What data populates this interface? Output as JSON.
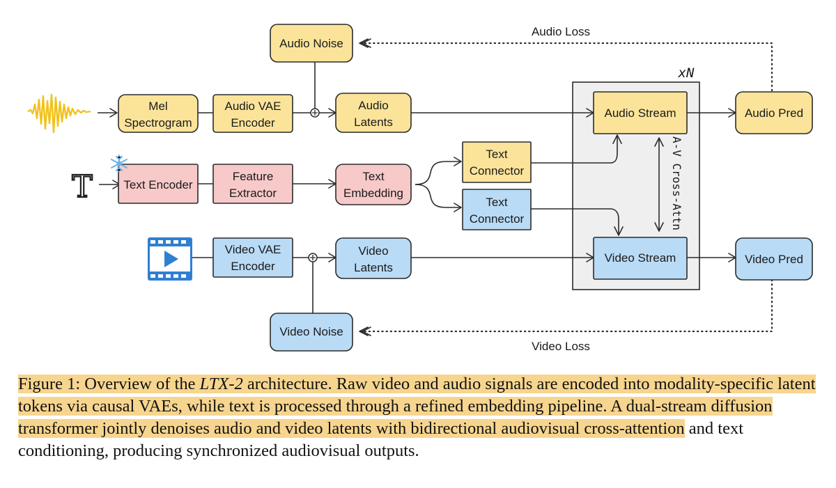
{
  "diagram": {
    "audio_noise": "Audio Noise",
    "audio_loss": "Audio Loss",
    "mel_spectrogram": [
      "Mel",
      "Spectrogram"
    ],
    "audio_vae_encoder": [
      "Audio VAE",
      "Encoder"
    ],
    "audio_latents": [
      "Audio",
      "Latents"
    ],
    "repeat_marker": "xN",
    "audio_stream": "Audio Stream",
    "audio_pred": "Audio Pred",
    "text_symbol": "T",
    "text_encoder": "Text Encoder",
    "feature_extractor": [
      "Feature",
      "Extractor"
    ],
    "text_embedding": [
      "Text",
      "Embedding"
    ],
    "text_connector_audio": [
      "Text",
      "Connector"
    ],
    "text_connector_video": [
      "Text",
      "Connector"
    ],
    "cross_attn": "A-V Cross-Attn",
    "video_vae_encoder": [
      "Video VAE",
      "Encoder"
    ],
    "video_latents": [
      "Video",
      "Latents"
    ],
    "video_stream": "Video Stream",
    "video_pred": "Video Pred",
    "video_noise": "Video Noise",
    "video_loss": "Video Loss",
    "colors": {
      "audio": "#fbe49a",
      "text": "#f8c9c9",
      "video": "#b9dbf6",
      "waveform": "#f2c21b",
      "video_icon": "#2f7fd1",
      "highlight": "#f7d58e"
    },
    "icons": [
      "waveform-icon",
      "snowflake-icon",
      "text-t-icon",
      "video-film-icon",
      "plus-circle-icon"
    ]
  },
  "caption": {
    "prefix": "Figure 1: Overview of the ",
    "model_name": "LTX-2",
    "p1": " architecture. Raw video and audio signals are encoded into modality-specific latent tokens via causal VAEs, while text is processed through a refined embedding pipeline. A dual-stream diffusion transformer jointly denoises audio and video latents with bidirectional audiovisual cross-attention",
    "p2": " and text conditioning, producing synchronized audiovisual outputs."
  }
}
